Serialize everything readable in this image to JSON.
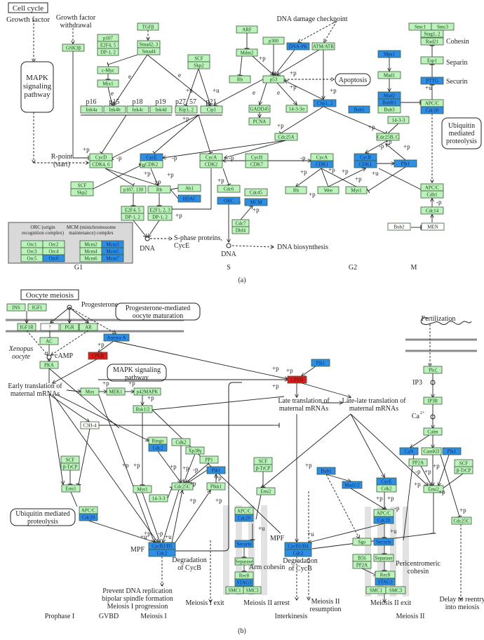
{
  "colors": {
    "green": "#bdf2bd",
    "blue": "#2e8ee6",
    "red": "#e01b1b",
    "white": "#ffffff",
    "legend_bg": "#d9d9d9",
    "membrane": "#8c8c8c"
  },
  "edge_labels": {
    "plus_p": "+p",
    "minus_p": "-p",
    "plus_u": "+u",
    "e": "e"
  },
  "labels": {
    "cell_cycle": "Cell cycle",
    "growth_factor": "Growth factor",
    "gf_withdrawal": [
      "Growth factor",
      "withdrawal"
    ],
    "mapk_a": [
      "MAPK",
      "signaling",
      "pathway"
    ],
    "p16": "p16",
    "p15": "p15",
    "p18": "p18",
    "p19": "p19",
    "p2757": "p27, 57",
    "p21": "p21",
    "dna_damage": "DNA damage checkpoint",
    "apoptosis": "Apoptosis",
    "cohesin": "Cohesin",
    "separin": "Separin",
    "securin": "Securin",
    "ubiq_a": [
      "Ubiquitin",
      "mediated",
      "proteolysis"
    ],
    "rpoint": [
      "R-point",
      "(start)"
    ],
    "orc_legend": [
      "ORC (origin",
      "recognition complex)"
    ],
    "mcm_legend": [
      "MCM (minichromosome",
      "maintenance) complex"
    ],
    "dna1": "DNA",
    "sphase": [
      "S-phase proteins,",
      "CycE"
    ],
    "dna2": "DNA",
    "dna_bio": "DNA biosynthesis",
    "g1": "G1",
    "s": "S",
    "g2": "G2",
    "m": "M",
    "panel_a": "(a)",
    "oocyte_meiosis": "Oocyte meiosis",
    "progesterone": "Progesterone",
    "prog_med": [
      "Progesterone-mediated",
      "oocyte maturation"
    ],
    "xenopus": [
      "Xenopus",
      "oocyte"
    ],
    "camp": "cAMP",
    "mapk_b": [
      "MAPK signaling",
      "pathway"
    ],
    "early": [
      "Early translation of",
      "maternal mRNAs"
    ],
    "late": [
      "Late translation of",
      "maternal mRNAs"
    ],
    "latelate": [
      "Late-late translation of",
      "maternal mRNAs"
    ],
    "fertilization": "Fertilization",
    "ip3": "IP3",
    "ca": "Ca",
    "ca_sup": "2+",
    "ubiq_b": [
      "Ubiquitin mediated",
      "proteolysis"
    ],
    "mpf1": "MPF",
    "mpf2": "MPF",
    "degr1": [
      "Degradation",
      "of CycB"
    ],
    "degr2": [
      "Degradation",
      "of CycB"
    ],
    "arm_cohesin": "Arm cohesin",
    "peri": [
      "Pericentromeric",
      "cohesin"
    ],
    "prevent": [
      "Prevent DNA replication",
      "bipolar spindle formation",
      "Meiosis I progression"
    ],
    "meiosis1exit": "Meiosis I exit",
    "m2arrest": "Meiosis II arrest",
    "m2resumption": [
      "Meiosis II",
      "resumption"
    ],
    "m2exit": "Meiosis II exit",
    "delay": [
      "Delay to reentry",
      "into meiosis"
    ],
    "prophase": "Prophase I",
    "gvbd": "GVBD",
    "meiosis1": "Meiosis I",
    "interkinesis": "Interkinesis",
    "meiosis2": "Meiosis II",
    "panel_b": "(b)"
  },
  "nodes": {
    "a_gsk3b": [
      [
        "GSK3β",
        "green"
      ]
    ],
    "a_p107": [
      [
        "p107",
        "green"
      ],
      [
        "E2F4, 5",
        "green"
      ],
      [
        "DP-1, 2",
        "green"
      ]
    ],
    "a_tgfb": [
      [
        "TGFβ",
        "green"
      ]
    ],
    "a_smad": [
      [
        "Smad2, 3",
        "green"
      ],
      [
        "Smad4",
        "green"
      ]
    ],
    "a_cmyc": [
      [
        "c-Myc",
        "green"
      ]
    ],
    "a_mix1": [
      [
        "Mix1",
        "green"
      ]
    ],
    "a_scf1": [
      [
        "SCF",
        "green"
      ],
      [
        "Skp2",
        "green"
      ]
    ],
    "a_ink4a": [
      [
        "Ink4a",
        "green"
      ]
    ],
    "a_ink4b": [
      [
        "Ink4b",
        "green"
      ]
    ],
    "a_ink4c": [
      [
        "Ink4c",
        "green"
      ]
    ],
    "a_ink4d": [
      [
        "Ink4d",
        "green"
      ]
    ],
    "a_kip": [
      [
        "Kip1, 2",
        "green"
      ]
    ],
    "a_cip": [
      [
        "Cip1",
        "green"
      ]
    ],
    "a_arf": [
      [
        "ARF",
        "green"
      ]
    ],
    "a_mdm2": [
      [
        "Mdm2",
        "green"
      ]
    ],
    "a_rb1": [
      [
        "Rb",
        "green"
      ]
    ],
    "a_p300": [
      [
        "p300",
        "green"
      ]
    ],
    "a_dnapk": [
      [
        "DNA-PK",
        "blue"
      ]
    ],
    "a_atm": [
      [
        "ATM/ATR",
        "green"
      ]
    ],
    "a_p53": [
      [
        "p53",
        "green"
      ]
    ],
    "a_gadd45": [
      [
        "GADD45",
        "green"
      ]
    ],
    "a_pcna": [
      [
        "PCNA",
        "green"
      ]
    ],
    "a_1433s": [
      [
        "14-3-3σ",
        "green"
      ]
    ],
    "a_chk": [
      [
        "Chk1, 2",
        "blue"
      ]
    ],
    "a_bub1": [
      [
        "Bub1",
        "blue"
      ]
    ],
    "a_mps1": [
      [
        "Mps1",
        "blue"
      ]
    ],
    "a_mad1": [
      [
        "Mad1",
        "green"
      ]
    ],
    "a_mad2": [
      [
        "Mad2",
        "blue"
      ],
      [
        "BubR1",
        "blue"
      ],
      [
        "Bub3",
        "green"
      ]
    ],
    "a_smc1": [
      [
        "Smc1",
        "green"
      ]
    ],
    "a_smc3": [
      [
        "Smc3",
        "green"
      ]
    ],
    "a_stag": [
      [
        "Stag1, 2",
        "green"
      ]
    ],
    "a_rad21": [
      [
        "Rad21",
        "green"
      ]
    ],
    "a_esp1": [
      [
        "Esp1",
        "green"
      ]
    ],
    "a_pttg": [
      [
        "PTTG",
        "blue"
      ]
    ],
    "a_apcc": [
      [
        "APC/C",
        "green"
      ],
      [
        "Cdc20",
        "blue"
      ]
    ],
    "a_1433": [
      [
        "14-3-3",
        "green"
      ]
    ],
    "a_cdc25bc": [
      [
        "Cdc25B, C",
        "green"
      ]
    ],
    "a_cdc25a": [
      [
        "Cdc25A",
        "green"
      ]
    ],
    "a_cycd": [
      [
        "CycD",
        "green"
      ],
      [
        "CDK4, 6",
        "green"
      ]
    ],
    "a_cyce": [
      [
        "CycE",
        "blue"
      ],
      [
        "CDK2",
        "green"
      ]
    ],
    "a_cyca2": [
      [
        "CycA",
        "green"
      ],
      [
        "CDK2",
        "green"
      ]
    ],
    "a_cych": [
      [
        "CycH",
        "green"
      ],
      [
        "CDK7",
        "green"
      ]
    ],
    "a_cyca1": [
      [
        "CycA",
        "green"
      ],
      [
        "CDK1",
        "blue"
      ]
    ],
    "a_cycb": [
      [
        "CycB",
        "blue"
      ],
      [
        "CDK1",
        "blue"
      ]
    ],
    "a_plk1": [
      [
        "Plk1",
        "blue"
      ]
    ],
    "a_scf2": [
      [
        "SCF",
        "green"
      ],
      [
        "Skp2",
        "green"
      ]
    ],
    "a_p107130": [
      [
        "p107, 130",
        "green"
      ]
    ],
    "a_rb2": [
      [
        "Rb",
        "green"
      ]
    ],
    "a_ab1": [
      [
        "Ab1",
        "green"
      ]
    ],
    "a_hdac": [
      [
        "HDAC",
        "blue"
      ]
    ],
    "a_e2f45": [
      [
        "E2F4, 5",
        "green"
      ],
      [
        "DP-1, 2",
        "green"
      ]
    ],
    "a_e2f123": [
      [
        "E2F1, 2, 3",
        "green"
      ],
      [
        "DP-1, 2",
        "green"
      ]
    ],
    "a_cdc6": [
      [
        "Cdc6",
        "green"
      ]
    ],
    "a_orc": [
      [
        "ORC",
        "blue"
      ]
    ],
    "a_cdc45": [
      [
        "Cdc45",
        "green"
      ]
    ],
    "a_mcm": [
      [
        "MCM",
        "blue"
      ]
    ],
    "a_cdc7": [
      [
        "Cdc7",
        "green"
      ],
      [
        "Dbf4",
        "green"
      ]
    ],
    "a_rb3": [
      [
        "Rb",
        "green"
      ]
    ],
    "a_wee": [
      [
        "Wee",
        "green"
      ]
    ],
    "a_myt1": [
      [
        "Myt1",
        "green"
      ]
    ],
    "a_cdh1": [
      [
        "APC/C",
        "green"
      ],
      [
        "Cdh1",
        "green"
      ]
    ],
    "a_cdc14": [
      [
        "Cdc14",
        "green"
      ]
    ],
    "a_bub2": [
      [
        "Bub2",
        "white"
      ]
    ],
    "a_men": [
      [
        "MEN",
        "white"
      ]
    ],
    "l_orc1": [
      [
        "Orc1",
        "green"
      ]
    ],
    "l_orc2": [
      [
        "Orc2",
        "green"
      ]
    ],
    "l_orc3": [
      [
        "Orc3",
        "green"
      ]
    ],
    "l_orc4": [
      [
        "Orc4",
        "green"
      ]
    ],
    "l_orc5": [
      [
        "Orc5",
        "green"
      ]
    ],
    "l_orc6": [
      [
        "Orc6",
        "blue"
      ]
    ],
    "l_mcm2": [
      [
        "Mcm2",
        "green"
      ]
    ],
    "l_mcm3": [
      [
        "Mcm3",
        "blue"
      ]
    ],
    "l_mcm4": [
      [
        "Mcm4",
        "green"
      ]
    ],
    "l_mcm5": [
      [
        "Mcm5",
        "blue"
      ]
    ],
    "l_mcm6": [
      [
        "Mcm6",
        "green"
      ]
    ],
    "l_mcm7": [
      [
        "Mcm7",
        "blue"
      ]
    ],
    "b_ins": [
      [
        "INS",
        "green"
      ]
    ],
    "b_igf1": [
      [
        "IGF1",
        "green"
      ]
    ],
    "b_igf1r": [
      [
        "IGF1R",
        "green"
      ]
    ],
    "b_q": [
      [
        "?",
        "white"
      ]
    ],
    "b_pgr": [
      [
        "PGR",
        "green"
      ]
    ],
    "b_ar": [
      [
        "AR",
        "green"
      ]
    ],
    "b_aurora": [
      [
        "Aurora-A",
        "blue"
      ]
    ],
    "b_ac": [
      [
        "AC",
        "green"
      ]
    ],
    "b_pka": [
      [
        "PKA",
        "green"
      ]
    ],
    "b_cpeb1": [
      [
        "CPEB",
        "red"
      ]
    ],
    "b_mos": [
      [
        "Mos",
        "green"
      ]
    ],
    "b_mek1": [
      [
        "MEK1",
        "green"
      ]
    ],
    "b_p42": [
      [
        "p42MAPK",
        "green"
      ]
    ],
    "b_rsk": [
      [
        "Rsk1/2",
        "green"
      ]
    ],
    "b_c3h4": [
      [
        "C3H-4",
        "white"
      ]
    ],
    "b_ringo": [
      [
        "Ringo",
        "green"
      ],
      [
        "Cdc2",
        "blue"
      ]
    ],
    "b_cdk2": [
      [
        "Cdk2",
        "green"
      ]
    ],
    "b_xp38": [
      [
        "Xp38γ",
        "green"
      ]
    ],
    "b_pp1": [
      [
        "PP1",
        "green"
      ]
    ],
    "b_plk1a": [
      [
        "Plk1",
        "blue"
      ]
    ],
    "b_plkk1": [
      [
        "Plkk1",
        "green"
      ]
    ],
    "b_cdc25c1": [
      [
        "Cdc25C",
        "green"
      ]
    ],
    "b_myt1": [
      [
        "Myt1",
        "green"
      ]
    ],
    "b_1433": [
      [
        "14-3-3",
        "green"
      ]
    ],
    "b_scf1": [
      [
        "SCF",
        "green"
      ],
      [
        "β-TrCP",
        "green"
      ]
    ],
    "b_emi1": [
      [
        "Emi1",
        "green"
      ]
    ],
    "b_apcc1": [
      [
        "APC/C",
        "green"
      ],
      [
        "Cdc20",
        "blue"
      ]
    ],
    "b_mpf1": [
      [
        "CycB2/B5",
        "blue"
      ],
      [
        "Cdc2",
        "blue"
      ]
    ],
    "b_plk1b": [
      [
        "Plk1",
        "blue"
      ]
    ],
    "b_cpeb2": [
      [
        "CPEB",
        "red"
      ]
    ],
    "b_plcz": [
      [
        "Plcζ",
        "green"
      ]
    ],
    "b_ip3r": [
      [
        "IP3R",
        "green"
      ]
    ],
    "b_calm": [
      [
        "Calm",
        "green"
      ]
    ],
    "b_can": [
      [
        "CaN",
        "blue"
      ]
    ],
    "b_camkii": [
      [
        "CamKII",
        "green"
      ]
    ],
    "b_plk1c": [
      [
        "Plk1",
        "blue"
      ]
    ],
    "b_pp2a": [
      [
        "PP2A",
        "green"
      ]
    ],
    "b_scf3": [
      [
        "SCF",
        "green"
      ],
      [
        "β-TrCP",
        "green"
      ]
    ],
    "b_scf2": [
      [
        "SCF",
        "green"
      ],
      [
        "β-TrCP",
        "green"
      ]
    ],
    "b_emi2a": [
      [
        "Emi2",
        "green"
      ]
    ],
    "b_bub1": [
      [
        "Bub1",
        "blue"
      ]
    ],
    "b_mad12": [
      [
        "Mad1/2",
        "blue"
      ]
    ],
    "b_cyce": [
      [
        "CycE",
        "blue"
      ],
      [
        "Cdk2",
        "green"
      ]
    ],
    "b_emi2b": [
      [
        "Emi2",
        "green"
      ]
    ],
    "b_cdc25c2": [
      [
        "Cdc25C",
        "green"
      ]
    ],
    "b_apcc2": [
      [
        "APC/C",
        "green"
      ],
      [
        "Cdc20",
        "blue"
      ]
    ],
    "b_securin1": [
      [
        "Securin",
        "blue"
      ]
    ],
    "b_separase1": [
      [
        "Separase",
        "green"
      ]
    ],
    "b_rec8a": [
      [
        "Rec8",
        "green"
      ],
      [
        "STAG3",
        "blue"
      ]
    ],
    "b_smc1a": [
      [
        "SMC1",
        "green"
      ]
    ],
    "b_smc3a": [
      [
        "SMC3",
        "green"
      ]
    ],
    "b_apcc3": [
      [
        "APC/C",
        "green"
      ],
      [
        "Cdc20",
        "blue"
      ]
    ],
    "b_securin2": [
      [
        "Securin",
        "blue"
      ]
    ],
    "b_separase2": [
      [
        "Separase",
        "green"
      ]
    ],
    "b_rec8b": [
      [
        "Rec8",
        "green"
      ],
      [
        "STAG3",
        "blue"
      ]
    ],
    "b_smc1b": [
      [
        "SMC1",
        "green"
      ]
    ],
    "b_smc3b": [
      [
        "SMC3",
        "green"
      ]
    ],
    "b_sgo": [
      [
        "Sgo",
        "green"
      ]
    ],
    "b_b56": [
      [
        "B56",
        "green"
      ],
      [
        "PP2A",
        "green"
      ]
    ],
    "b_mpf2": [
      [
        "CycB1/B4",
        "blue"
      ],
      [
        "Cdc2",
        "blue"
      ]
    ]
  }
}
